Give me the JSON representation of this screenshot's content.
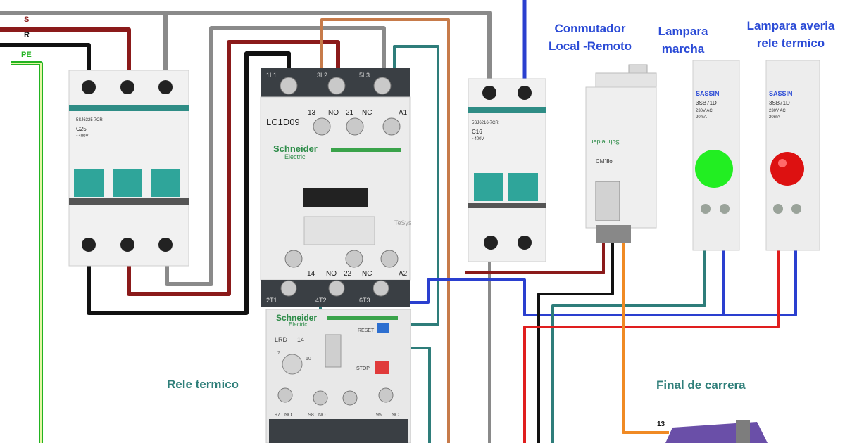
{
  "phases": {
    "s": "S",
    "r": "R",
    "pe": "PE"
  },
  "labels": {
    "conmutador_line1": "Conmutador",
    "conmutador_line2": "Local -Remoto",
    "lampara_marcha_line1": "Lampara",
    "lampara_marcha_line2": "marcha",
    "lampara_averia_line1": "Lampara averia",
    "lampara_averia_line2": "rele termico",
    "rele_termico": "Rele termico",
    "final_carrera": "Final de carrera"
  },
  "breaker_3p": {
    "model": "5SJ6325-7CR",
    "rating": "C25",
    "voltage": "~400V"
  },
  "breaker_2p": {
    "model": "5SJ6216-7CR",
    "rating": "C16",
    "voltage": "~400V"
  },
  "contactor": {
    "brand": "Schneider",
    "brand_sub": "Electric",
    "model": "LC1D09",
    "top_terminals": [
      "1L1",
      "3L2",
      "5L3"
    ],
    "aux_top": [
      "13",
      "NO",
      "21",
      "NC",
      "A1"
    ],
    "aux_bottom": [
      "14",
      "NO",
      "22",
      "NC",
      "A2"
    ],
    "bottom_terminals": [
      "2T1",
      "4T2",
      "6T3"
    ],
    "side_mark": "TeSys"
  },
  "relay": {
    "brand": "Schneider",
    "brand_sub": "Electric",
    "model": "LRD",
    "reset": "RESET",
    "stop": "STOP",
    "scale": "14",
    "scale_low": "7",
    "scale_high": "10",
    "terminals": [
      "97",
      "NO",
      "98",
      "NO",
      "95",
      "NC"
    ]
  },
  "selector": {
    "brand": "Schneider",
    "label": "CM'illo"
  },
  "lamp_green": {
    "brand": "SASSIN",
    "model": "3SB71D",
    "voltage": "230V AC",
    "current": "20mA",
    "color": "#22ee22"
  },
  "lamp_red": {
    "brand": "SASSIN",
    "model": "3SB71D",
    "voltage": "230V AC",
    "current": "20mA",
    "color": "#dd1111"
  },
  "limit_switch": {
    "terminal": "13"
  },
  "wire_colors": {
    "red": "#8b1a1a",
    "black": "#111111",
    "gray": "#8a8a8a",
    "blue": "#2a3fcf",
    "teal": "#2e7d7a",
    "orange": "#c77b4a",
    "bright_red": "#e01e1e",
    "bright_orange": "#f08a24",
    "green": "#22b322"
  }
}
